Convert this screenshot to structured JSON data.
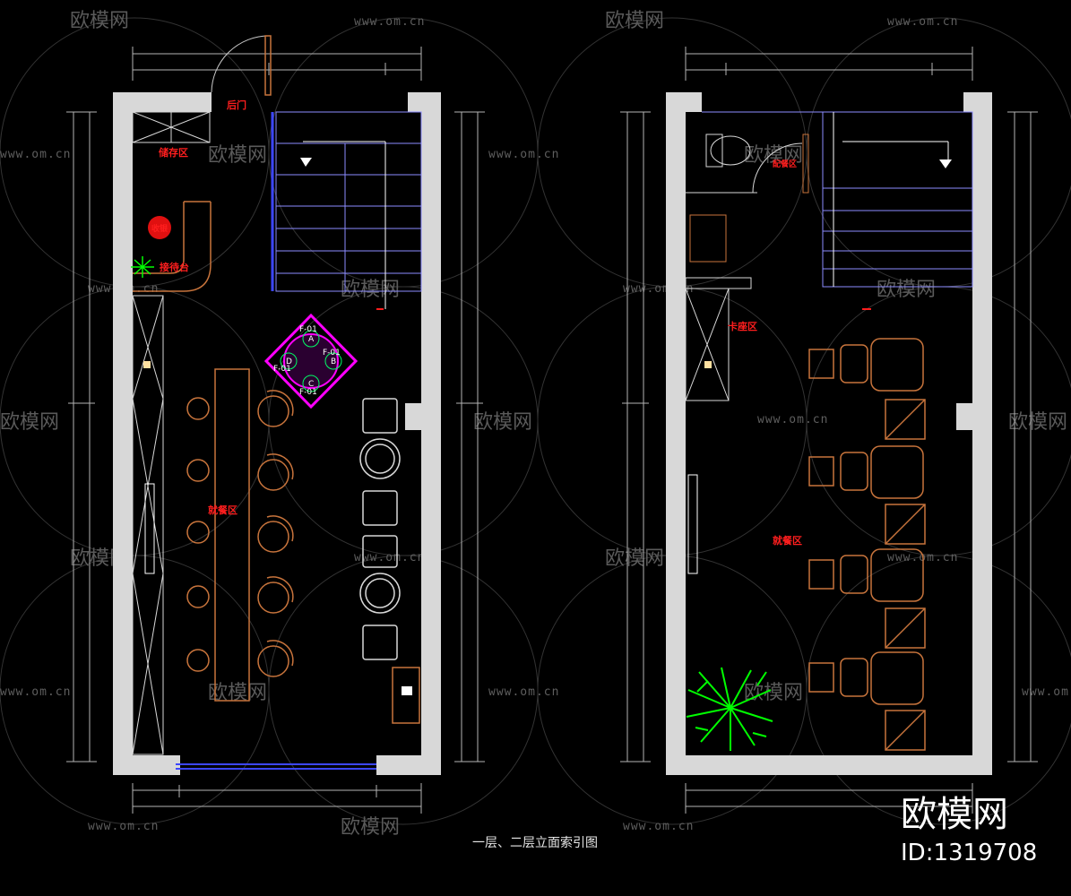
{
  "watermark": {
    "logo": "欧模网",
    "url": "www.om.cn"
  },
  "plan1": {
    "back_door": "后门",
    "storage": "储存区",
    "cashier": "收银",
    "reception": "接待台",
    "dining": "就餐区"
  },
  "plan2": {
    "sign": "卡座区",
    "service": "配餐区",
    "dining": "就餐区"
  },
  "markers": [
    "A",
    "B",
    "C",
    "D"
  ],
  "elev_tag": "F-01",
  "title": "一层、二层立面索引图",
  "brand": "欧模网",
  "id": "ID:1319708",
  "colors": {
    "wall": "#d8d8d8",
    "furniture": "#c8743c",
    "stair": "#8c8cff",
    "label": "#ff1e1e",
    "marker": "#ff00ff",
    "plant": "#00ff00",
    "dim": "#b4b4b4"
  }
}
